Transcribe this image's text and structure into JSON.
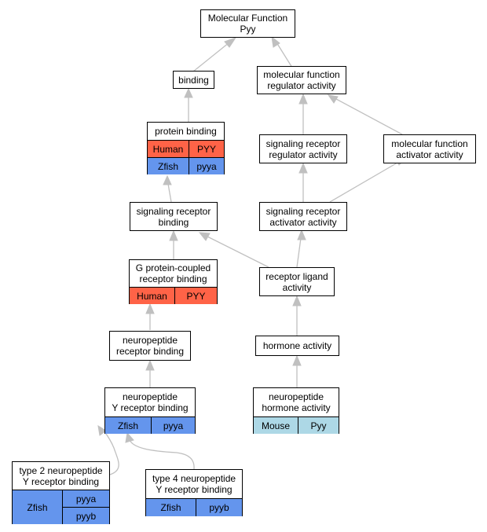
{
  "colors": {
    "human": "#FF6347",
    "zfish": "#6495ED",
    "mouse": "#ADD8E6",
    "edge": "#C0C0C0"
  },
  "nodes": {
    "mf_root": {
      "line1": "Molecular Function",
      "line2": "Pyy"
    },
    "binding": {
      "line1": "binding"
    },
    "mf_regulator": {
      "line1": "molecular function",
      "line2": "regulator activity"
    },
    "protein_binding": {
      "line1": "protein binding",
      "rows": [
        {
          "species": "Human",
          "gene": "PYY"
        },
        {
          "species": "Zfish",
          "gene": "pyya"
        }
      ]
    },
    "sig_rec_regulator": {
      "line1": "signaling receptor",
      "line2": "regulator activity"
    },
    "mf_activator": {
      "line1": "molecular function",
      "line2": "activator activity"
    },
    "sig_rec_binding": {
      "line1": "signaling receptor",
      "line2": "binding"
    },
    "sig_rec_activator": {
      "line1": "signaling receptor",
      "line2": "activator activity"
    },
    "gpcr_binding": {
      "line1": "G protein-coupled",
      "line2": "receptor binding",
      "rows": [
        {
          "species": "Human",
          "gene": "PYY"
        }
      ]
    },
    "receptor_ligand": {
      "line1": "receptor ligand",
      "line2": "activity"
    },
    "np_rec_binding": {
      "line1": "neuropeptide",
      "line2": "receptor binding"
    },
    "hormone_activity": {
      "line1": "hormone activity"
    },
    "npy_rec_binding": {
      "line1": "neuropeptide",
      "line2": "Y receptor binding",
      "rows": [
        {
          "species": "Zfish",
          "gene": "pyya"
        }
      ]
    },
    "np_hormone": {
      "line1": "neuropeptide",
      "line2": "hormone activity",
      "rows": [
        {
          "species": "Mouse",
          "gene": "Pyy"
        }
      ]
    },
    "type2": {
      "line1": "type 2 neuropeptide",
      "line2": "Y receptor binding",
      "species": "Zfish",
      "genes": [
        "pyya",
        "pyyb"
      ]
    },
    "type4": {
      "line1": "type 4 neuropeptide",
      "line2": "Y receptor binding",
      "rows": [
        {
          "species": "Zfish",
          "gene": "pyyb"
        }
      ]
    }
  }
}
